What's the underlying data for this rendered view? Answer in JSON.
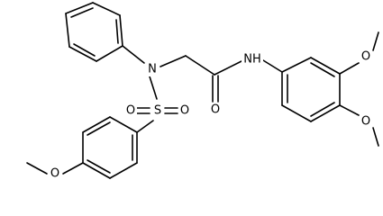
{
  "molecule": {
    "atoms": {
      "n_sulfonamide": "N",
      "s_sulfonyl": "S",
      "o_sulfonyl_left": "O",
      "o_sulfonyl_right": "O",
      "o_carbonyl": "O",
      "nh_amide": "NH",
      "o_methoxy_top": "O",
      "o_methoxy_mid": "O",
      "o_methoxy_bottom": "O"
    }
  }
}
